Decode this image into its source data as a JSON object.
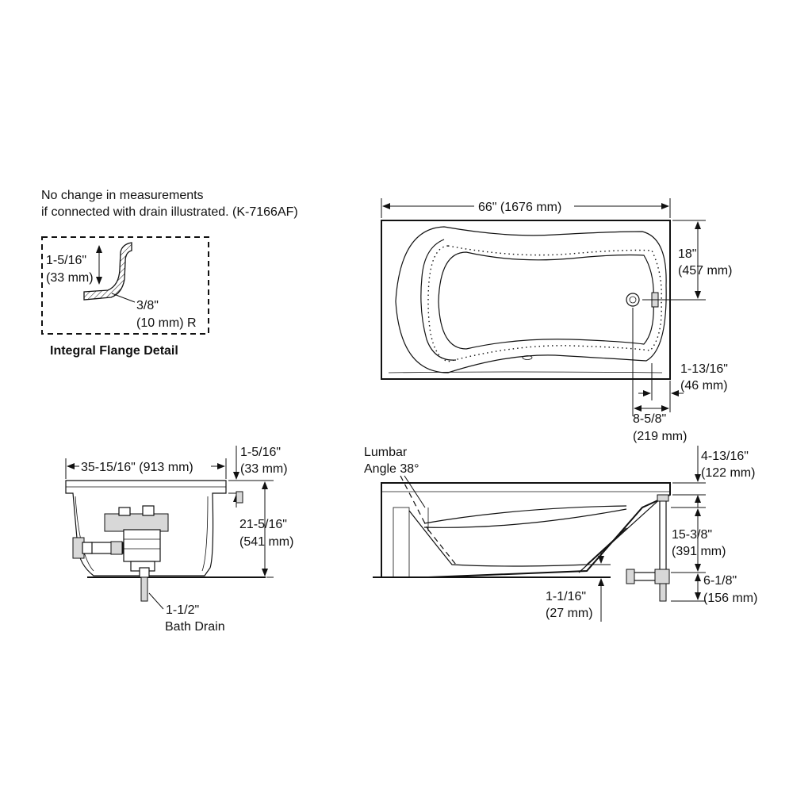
{
  "note": {
    "line1": "No change in measurements",
    "line2": "if connected with drain illustrated. (K-7166AF)"
  },
  "flange_detail": {
    "caption": "Integral Flange Detail",
    "height_in": "1-5/16\"",
    "height_mm": "(33 mm)",
    "radius_in": "3/8\"",
    "radius_mm": "(10 mm) R"
  },
  "top_view": {
    "length_label": "66\" (1676 mm)",
    "drain_offset_in": "18\"",
    "drain_offset_mm": "(457 mm)",
    "rim_in": "1-13/16\"",
    "rim_mm": "(46 mm)",
    "drain_dist_in": "8-5/8\"",
    "drain_dist_mm": "(219 mm)"
  },
  "end_view": {
    "width_label": "35-15/16\" (913 mm)",
    "flange_in": "1-5/16\"",
    "flange_mm": "(33 mm)",
    "height_in": "21-5/16\"",
    "height_mm": "(541 mm)",
    "drain_in": "1-1/2\"",
    "drain_label": "Bath Drain"
  },
  "side_view": {
    "lumbar_line1": "Lumbar",
    "lumbar_line2": "Angle 38°",
    "rim_in": "4-13/16\"",
    "rim_mm": "(122 mm)",
    "overflow_in": "15-3/8\"",
    "overflow_mm": "(391 mm)",
    "drain_in": "6-1/8\"",
    "drain_mm": "(156 mm)",
    "floor_in": "1-1/16\"",
    "floor_mm": "(27 mm)"
  }
}
